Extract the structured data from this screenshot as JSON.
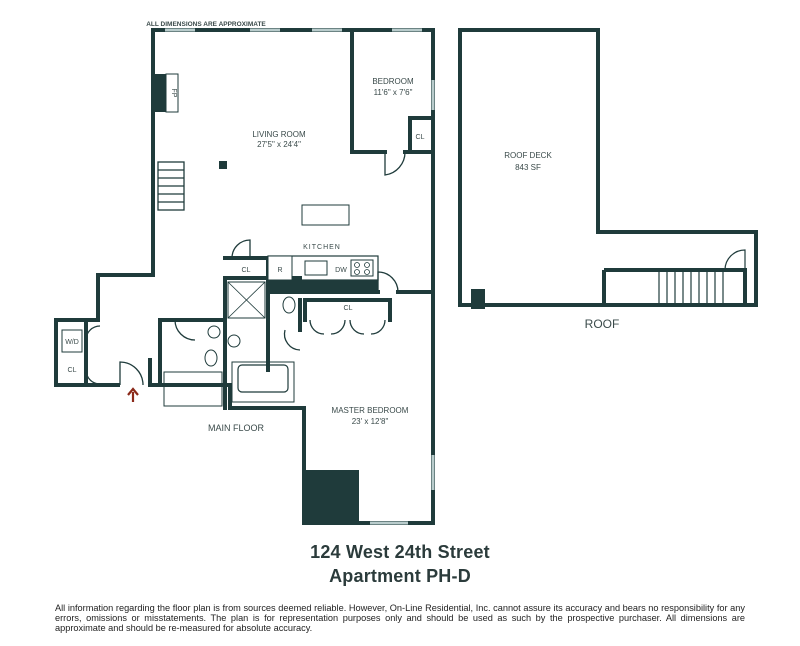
{
  "note_top": "ALL DIMENSIONS ARE APPROXIMATE",
  "rooms": {
    "living": {
      "name": "LIVING ROOM",
      "dims": "27'5\" x 24'4\""
    },
    "bedroom": {
      "name": "BEDROOM",
      "dims": "11'6\" x 7'6\""
    },
    "master": {
      "name": "MASTER BEDROOM",
      "dims": "23' x 12'8\""
    },
    "roof_deck": {
      "name": "ROOF DECK",
      "area": "843 SF"
    },
    "kitchen": "KITCHEN"
  },
  "fixtures": {
    "fp": "FP",
    "cl": "CL",
    "r": "R",
    "dw": "DW",
    "wd": "W/D"
  },
  "floor_labels": {
    "main": "MAIN FLOOR",
    "roof": "ROOF"
  },
  "address": {
    "line1": "124 West 24th Street",
    "line2": "Apartment PH-D"
  },
  "disclaimer": "All information regarding the floor plan is from sources deemed reliable. However, On-Line Residential, Inc. cannot assure its accuracy and bears no responsibility for any errors, omissions or misstatements. The plan is for representation purposes only and should be used as such by the prospective purchaser. All dimensions are approximate and should be re-measured for absolute accuracy.",
  "colors": {
    "wall": "#1f3b3b",
    "window": "#b9cccc",
    "entry_arrow": "#8b2a1a"
  }
}
